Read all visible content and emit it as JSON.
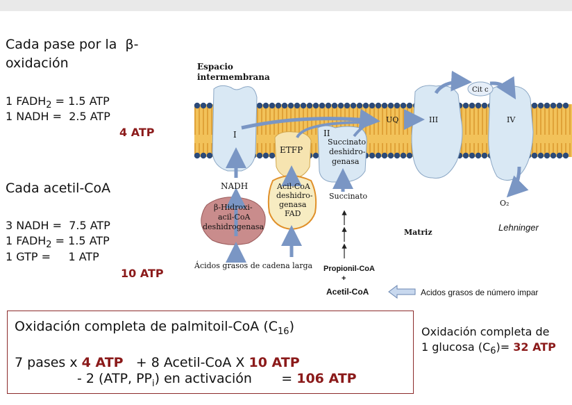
{
  "left_panel": {
    "beta_heading_1": "Cada pase por la  β-",
    "beta_heading_2": "oxidación",
    "fadh2_prefix": "1 FADH",
    "fadh2_sub": "2",
    "fadh2_value": " = 1.5 ATP",
    "nadh_line": "1 NADH =  2.5 ATP",
    "beta_total": "4 ATP",
    "acetyl_heading": "Cada acetil-CoA",
    "a_nadh_line": "3 NADH =  7.5 ATP",
    "a_fadh2_prefix": "1 FADH",
    "a_fadh2_sub": "2",
    "a_fadh2_value": " = 1.5 ATP",
    "a_gtp_line": "1 GTP =     1 ATP",
    "acetyl_total": "10 ATP"
  },
  "box": {
    "title_prefix": "Oxidación completa de palmitoil-CoA (C",
    "title_sub": "16",
    "title_suffix": ")",
    "line2_a": "7 pases x ",
    "line2_b": "4 ATP",
    "line2_c": "   + 8 Acetil-CoA X ",
    "line2_d": "10 ATP",
    "line3_a": "- 2 (ATP, PP",
    "line3_sub": "i",
    "line3_b": ") en activación       = ",
    "line3_c": "106 ATP"
  },
  "glucose": {
    "line1": "Oxidación completa de",
    "line2_a": "1 glucosa (C",
    "line2_sub": "6",
    "line2_b": ")= ",
    "line2_c": "32 ATP"
  },
  "diagram": {
    "space_label_1": "Espacio",
    "space_label_2": "intermembrana",
    "complex_I": "I",
    "etfp": "ETFP",
    "complex_II": "II",
    "succ_dh_1": "Succinato",
    "succ_dh_2": "deshidro-",
    "succ_dh_3": "genasa",
    "uq": "UQ",
    "complex_III": "III",
    "cit_c": "Cit c",
    "complex_IV": "IV",
    "nadh": "NADH",
    "acyl_1": "Acil-CoA",
    "acyl_2": "deshidro-",
    "acyl_3": "genasa",
    "acyl_4": "FAD",
    "succinato": "Succinato",
    "o2": "O₂",
    "hydroxy_1": "β-Hidroxi-",
    "hydroxy_2": "acil-CoA",
    "hydroxy_3": "deshidrogenasa",
    "matriz": "Matriz",
    "lehninger": "Lehninger",
    "fatty_acids": "Ácidos grasos de cadena larga",
    "propionyl": "Propionil-CoA",
    "plus": "+",
    "acetyl_coa": "Acetil-CoA",
    "odd_fatty": "Acidos grasos de número impar"
  },
  "colors": {
    "accent_red": "#8b1a1a",
    "membrane": "#e8a93a",
    "protein": "#d9e8f4",
    "head": "#2b4a7a",
    "etfp": "#f6e4b0",
    "hydroxy": "#c98c8c"
  }
}
